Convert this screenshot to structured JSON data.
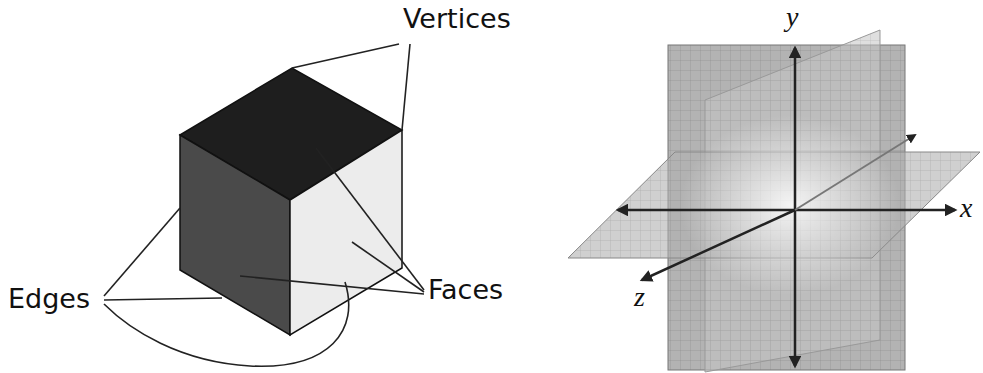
{
  "diagram": {
    "labels": [
      "Vertices",
      "Edges",
      "Faces",
      "y",
      "x",
      "z"
    ]
  }
}
